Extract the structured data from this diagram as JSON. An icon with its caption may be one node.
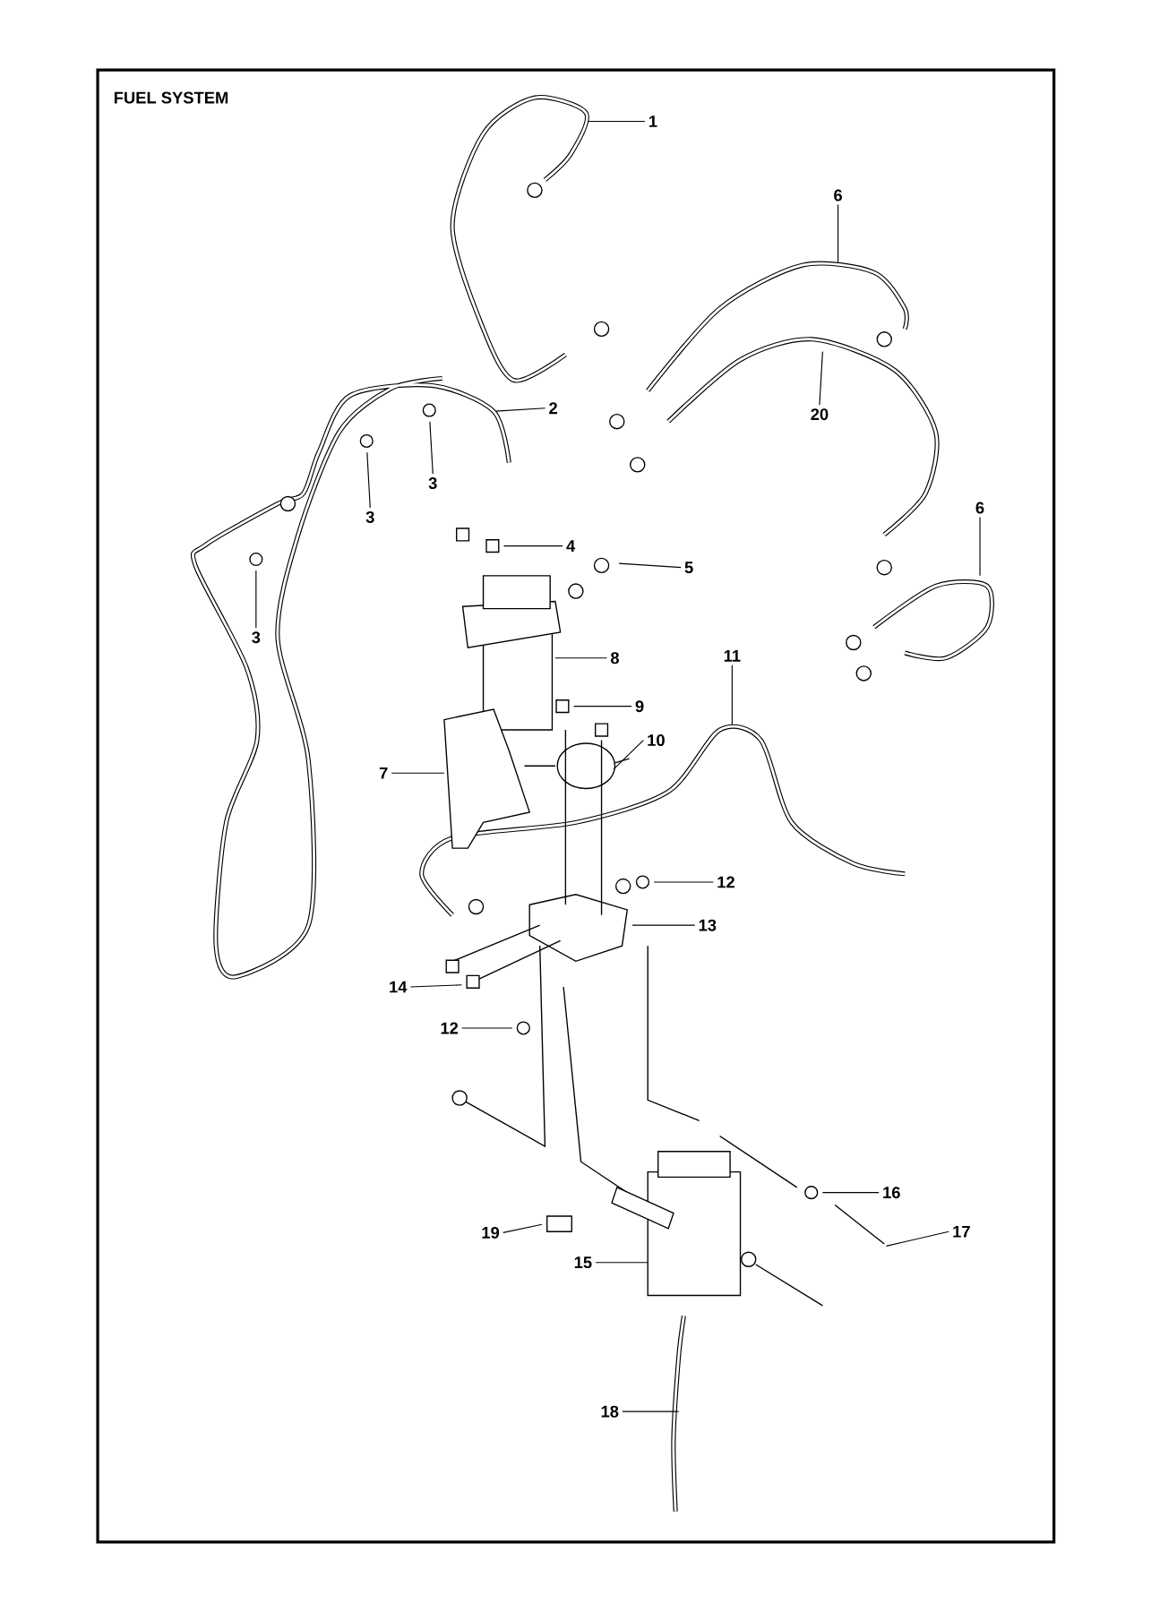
{
  "diagram": {
    "title": "FUEL SYSTEM",
    "nodes": [
      {
        "text": [
          "1"
        ]
      },
      {
        "text": [
          "6"
        ]
      },
      {
        "text": [
          "20"
        ]
      },
      {
        "text": [
          "2"
        ]
      },
      {
        "text": [
          "3"
        ]
      },
      {
        "text": [
          "3"
        ]
      },
      {
        "text": [
          "3"
        ]
      },
      {
        "text": [
          "4"
        ]
      },
      {
        "text": [
          "5"
        ]
      },
      {
        "text": [
          "6"
        ]
      },
      {
        "text": [
          "8"
        ]
      },
      {
        "text": [
          "11"
        ]
      },
      {
        "text": [
          "9"
        ]
      },
      {
        "text": [
          "10"
        ]
      },
      {
        "text": [
          "7"
        ]
      },
      {
        "text": [
          "12"
        ]
      },
      {
        "text": [
          "13"
        ]
      },
      {
        "text": [
          "14"
        ]
      },
      {
        "text": [
          "12"
        ]
      },
      {
        "text": [
          "16"
        ]
      },
      {
        "text": [
          "17"
        ]
      },
      {
        "text": [
          "19"
        ]
      },
      {
        "text": [
          "15"
        ]
      },
      {
        "text": [
          "18"
        ]
      }
    ],
    "edges": [
      {
        "from": 0,
        "to": null,
        "arrow": "none"
      },
      {
        "from": 1,
        "to": null,
        "arrow": "none"
      },
      {
        "from": 2,
        "to": null,
        "arrow": "none"
      },
      {
        "from": 3,
        "to": null,
        "arrow": "none"
      },
      {
        "from": 4,
        "to": null,
        "arrow": "none"
      },
      {
        "from": 5,
        "to": null,
        "arrow": "none"
      },
      {
        "from": 6,
        "to": null,
        "arrow": "none"
      },
      {
        "from": 7,
        "to": null,
        "arrow": "none"
      },
      {
        "from": 8,
        "to": null,
        "arrow": "none"
      },
      {
        "from": 9,
        "to": null,
        "arrow": "none"
      },
      {
        "from": 10,
        "to": null,
        "arrow": "none"
      },
      {
        "from": 11,
        "to": null,
        "arrow": "none"
      },
      {
        "from": 12,
        "to": null,
        "arrow": "none"
      },
      {
        "from": 13,
        "to": null,
        "arrow": "none"
      },
      {
        "from": 14,
        "to": null,
        "arrow": "none"
      },
      {
        "from": 15,
        "to": null,
        "arrow": "none"
      },
      {
        "from": 16,
        "to": null,
        "arrow": "none"
      },
      {
        "from": 17,
        "to": null,
        "arrow": "none"
      },
      {
        "from": 18,
        "to": null,
        "arrow": "none"
      },
      {
        "from": 19,
        "to": null,
        "arrow": "none"
      },
      {
        "from": 20,
        "to": null,
        "arrow": "none"
      },
      {
        "from": 21,
        "to": null,
        "arrow": "none"
      },
      {
        "from": 22,
        "to": null,
        "arrow": "none"
      },
      {
        "from": 23,
        "to": null,
        "arrow": "none"
      }
    ]
  }
}
